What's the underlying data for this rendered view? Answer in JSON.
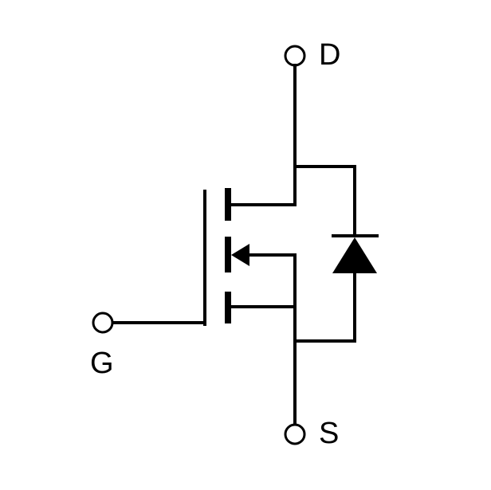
{
  "diagram": {
    "labels": {
      "drain": "D",
      "gate": "G",
      "source": "S"
    },
    "colors": {
      "stroke": "#000000",
      "background": "#ffffff"
    }
  }
}
